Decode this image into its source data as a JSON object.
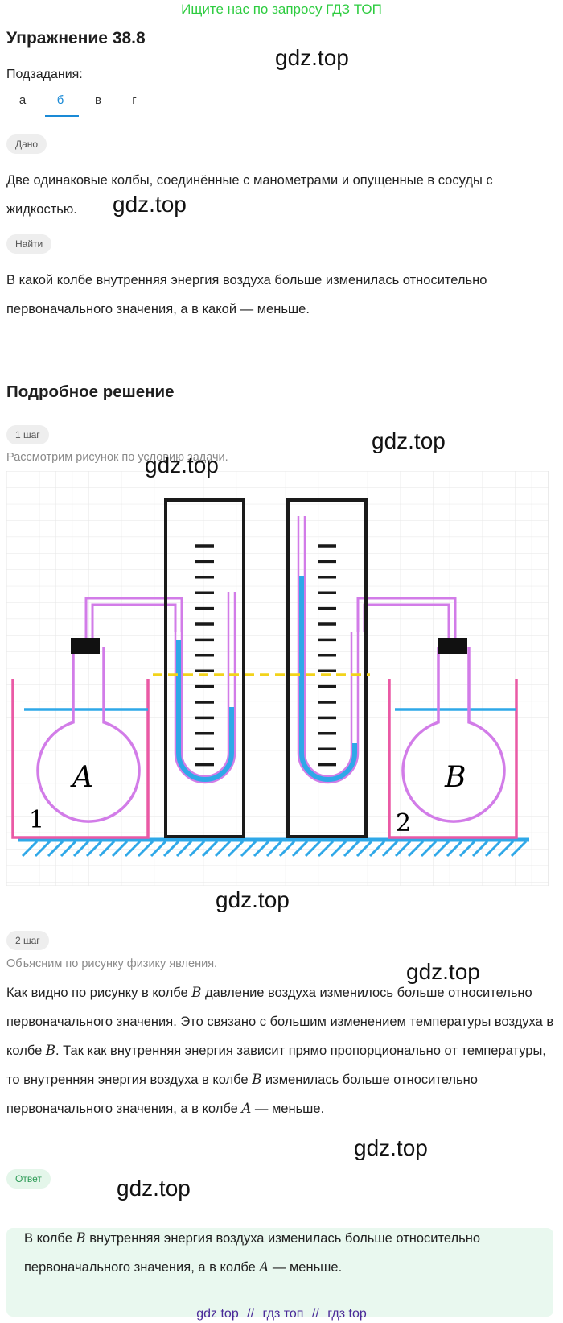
{
  "banner": "Ищите нас по запросу ГДЗ ТОП",
  "title": "Упражнение 38.8",
  "subtasks_label": "Подзадания:",
  "tabs": [
    "а",
    "б",
    "в",
    "г"
  ],
  "watermark": "gdz.top",
  "given": {
    "badge": "Дано",
    "text": "Две одинаковые колбы, соединённые с манометрами и опущенные в сосуды с жидкостью."
  },
  "find": {
    "badge": "Найти",
    "text": "В какой колбе внутренняя энергия воздуха больше изменилась относительно первоначального значения, а в какой — меньше."
  },
  "solution_heading": "Подробное решение",
  "step1": {
    "badge": "1 шаг",
    "caption": "Рассмотрим рисунок по условию задачи."
  },
  "figure": {
    "flask_a": "A",
    "flask_b": "B",
    "vessel_1": "1",
    "vessel_2": "2",
    "colors": {
      "vessel": "#ea5aa5",
      "tube": "#d27ce8",
      "liquid": "#2fa8e8",
      "level_line": "#f2d31b",
      "frame": "#1a1a1a",
      "ground": "#2fa8e8"
    }
  },
  "step2": {
    "badge": "2 шаг",
    "caption": "Объясним по рисунку физику явления.",
    "p1": "Как видно по рисунку в колбе ",
    "v1": "B",
    "p2": " давление воздуха изменилось больше относительно первоначального значения. Это связано с большим изменением температуры воздуха в колбе ",
    "v2": "B",
    "p3": ". Так как внутренняя энергия зависит прямо пропорционально от температуры, то внутренняя энергия воздуха в колбе ",
    "v3": "B",
    "p4": " изменилась больше относительно первоначального значения, а в колбе ",
    "v4": "A",
    "p5": " — меньше."
  },
  "answer": {
    "badge": "Ответ",
    "p1": "В колбе ",
    "v1": "B",
    "p2": " внутренняя энергия воздуха изменилась больше относительно первоначального значения, а в колбе ",
    "v2": "A",
    "p3": " — меньше."
  },
  "footer": {
    "link1": "gdz top",
    "sep1": "//",
    "link2": "гдз топ",
    "sep2": "//",
    "link3": "гдз top"
  }
}
